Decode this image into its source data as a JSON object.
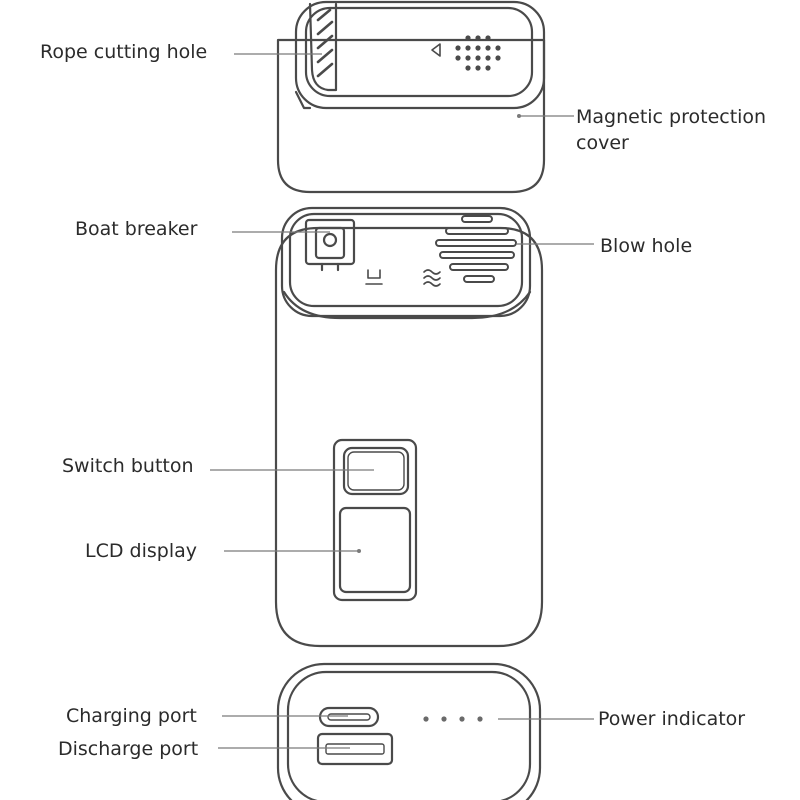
{
  "labels": {
    "rope_cutting_hole": "Rope cutting hole",
    "magnetic_protection_cover_line1": "Magnetic protection",
    "magnetic_protection_cover_line2": "cover",
    "boat_breaker": "Boat breaker",
    "blow_hole": "Blow hole",
    "switch_button": "Switch button",
    "lcd_display": "LCD display",
    "charging_port": "Charging port",
    "discharge_port": "Discharge port",
    "power_indicator": "Power indicator"
  },
  "colors": {
    "outline": "#4a4a4a",
    "leader": "#7a7a7a",
    "text": "#2b2b2b",
    "background": "#ffffff"
  },
  "power_indicator_dot_count": 4
}
